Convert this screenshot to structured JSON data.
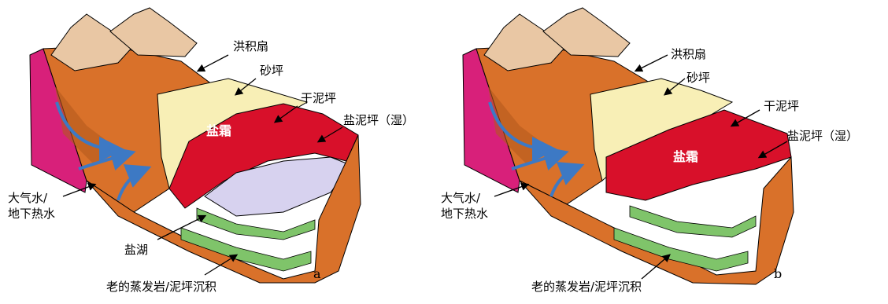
{
  "panels": [
    {
      "id": "a",
      "panel_label": "a",
      "labels": {
        "alluvial_fan": "洪积扇",
        "sand_flat": "砂坪",
        "dry_mudflat": "干泥坪",
        "saline_mudflat": "盐泥坪（湿）",
        "salt_crust": "盐霜",
        "meteoric_water": "大气水/",
        "groundwater": "地下热水",
        "salt_lake": "盐湖",
        "old_deposits": "老的蒸发岩/泥坪沉积"
      }
    },
    {
      "id": "b",
      "panel_label": "b",
      "labels": {
        "alluvial_fan": "洪积扇",
        "sand_flat": "砂坪",
        "dry_mudflat": "干泥坪",
        "saline_mudflat": "盐泥坪（湿）",
        "salt_crust": "盐霜",
        "meteoric_water": "大气水/",
        "groundwater": "地下热水",
        "old_deposits": "老的蒸发岩/泥坪沉积"
      }
    }
  ],
  "colors": {
    "mountain": "#e9c7a4",
    "fan": "#d9712a",
    "fan_dark": "#b45a1e",
    "sand": "#f8efb6",
    "salt_red": "#d8102a",
    "lake": "#d7d2ef",
    "magenta": "#d8207a",
    "green": "#7fc46a",
    "water_arrow": "#3d79c4"
  }
}
